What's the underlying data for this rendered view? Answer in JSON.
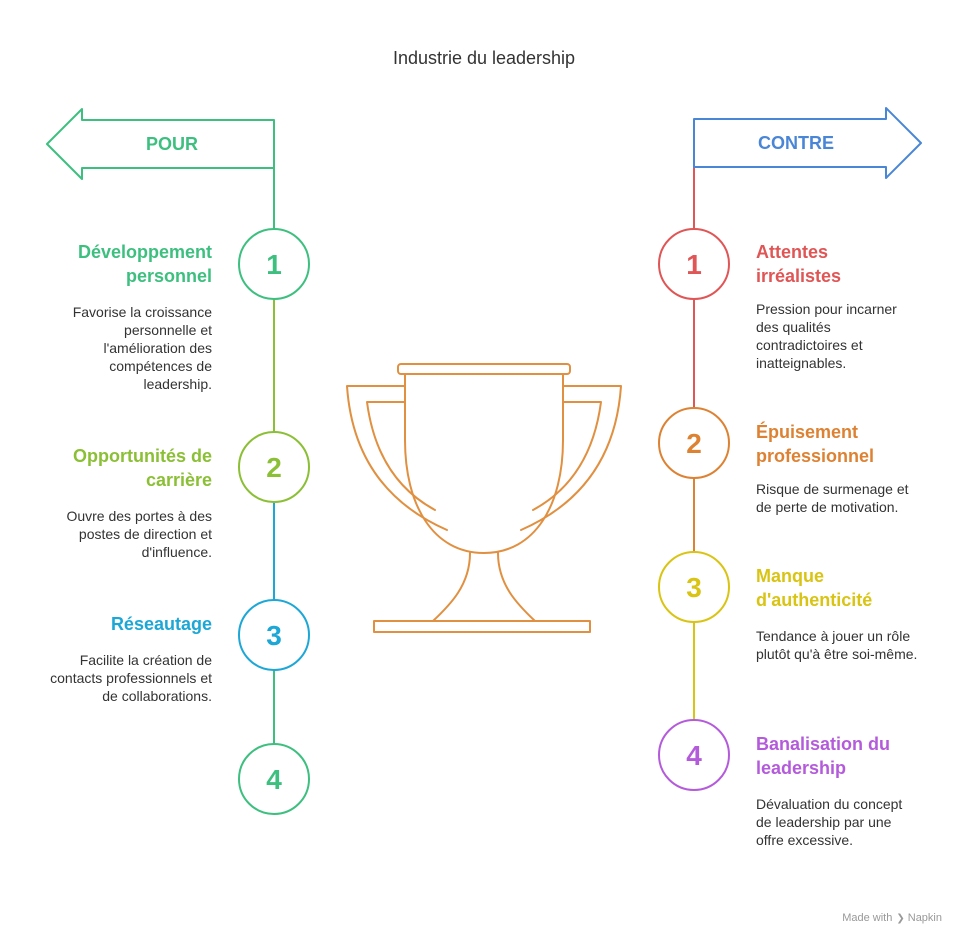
{
  "title": "Industrie du leadership",
  "pour": {
    "label": "POUR",
    "color": "#3dbf7f",
    "items": [
      {
        "number": "1",
        "title": "Développement personnel",
        "description": "Favorise la croissance personnelle et l'amélioration des compétences de leadership.",
        "color": "#3dbf7f"
      },
      {
        "number": "2",
        "title": "Opportunités de carrière",
        "description": "Ouvre des portes à des postes de direction et d'influence.",
        "color": "#8bbf35"
      },
      {
        "number": "3",
        "title": "Réseautage",
        "description": "Facilite la création de contacts professionnels et de collaborations.",
        "color": "#1da7d6"
      },
      {
        "number": "4",
        "title": "",
        "description": "",
        "color": "#3dbf7f"
      }
    ]
  },
  "contre": {
    "label": "CONTRE",
    "color": "#4a86d6",
    "items": [
      {
        "number": "1",
        "title": "Attentes irréalistes",
        "description": "Pression pour incarner des qualités contradictoires et inatteignables.",
        "color": "#e05555"
      },
      {
        "number": "2",
        "title": "Épuisement professionnel",
        "description": "Risque de surmenage et de perte de motivation.",
        "color": "#dd8233"
      },
      {
        "number": "3",
        "title": "Manque d'authenticité",
        "description": "Tendance à jouer un rôle plutôt qu'à être soi-même.",
        "color": "#d9c414"
      },
      {
        "number": "4",
        "title": "Banalisation du leadership",
        "description": "Dévaluation du concept de leadership par une offre excessive.",
        "color": "#b45bdb"
      }
    ]
  },
  "trophy": {
    "color": "#e09040",
    "icon": "trophy-icon"
  },
  "watermark": {
    "prefix": "Made with",
    "brand": "Napkin"
  }
}
